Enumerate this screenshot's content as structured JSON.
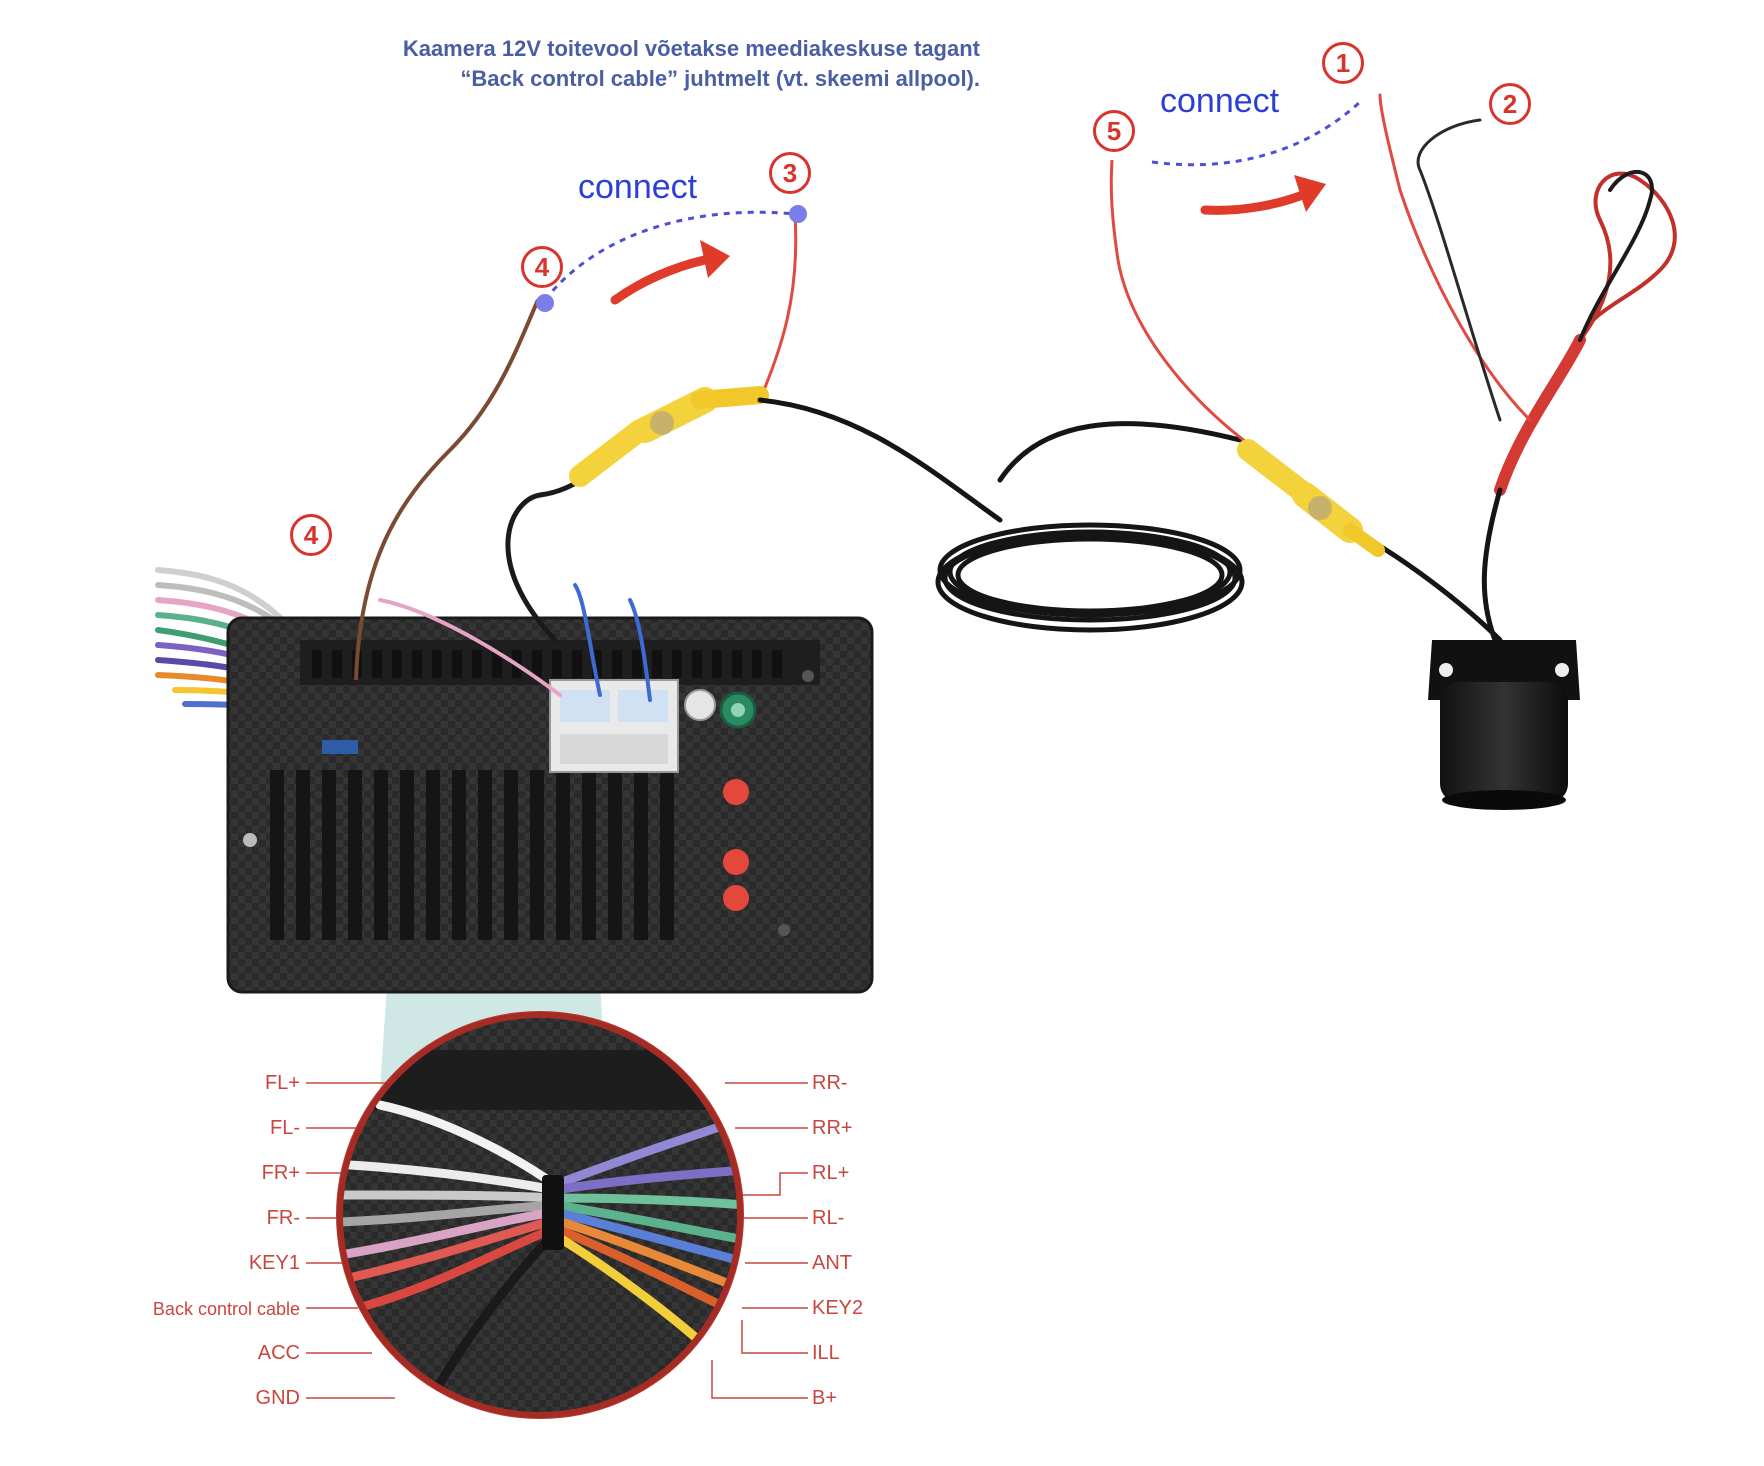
{
  "caption": {
    "line1": "Kaamera 12V toitevool võetakse meediakeskuse tagant",
    "line2": "“Back control cable” juhtmelt (vt. skeemi allpool)."
  },
  "connect_labels": [
    "connect",
    "connect"
  ],
  "markers": [
    "1",
    "2",
    "3",
    "4",
    "5",
    "4"
  ],
  "wire_labels_left": [
    "FL+",
    "FL-",
    "FR+",
    "FR-",
    "KEY1",
    "Back control cable",
    "ACC",
    "GND"
  ],
  "wire_labels_right": [
    "RR-",
    "RR+",
    "RL+",
    "RL-",
    "ANT",
    "KEY2",
    "ILL",
    "B+"
  ],
  "colors": {
    "caption": "#4a5fa3",
    "connect": "#2b3fd6",
    "marker": "#d9342b",
    "wire_label": "#c9463f",
    "arrow": "#e03a2a",
    "rca_yellow": "#f4d23c"
  }
}
